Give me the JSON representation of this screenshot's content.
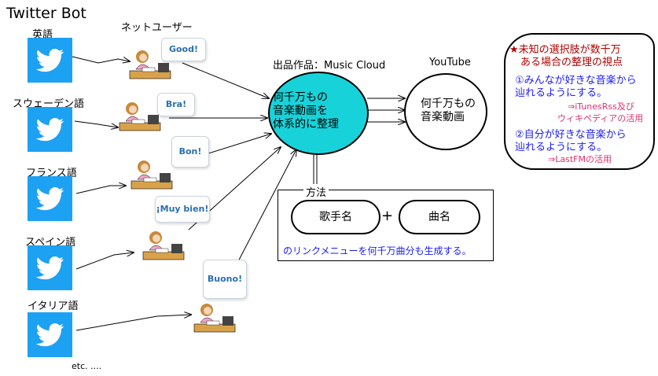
{
  "title": "Twitter Bot",
  "net_users_label": "ネットユーザー",
  "languages": [
    "英語",
    "スウェーデン語",
    "フランス語",
    "スペイン語",
    "イタリア語"
  ],
  "bubbles": [
    "Good!",
    "Bra!",
    "Bon!",
    "¡Muy bien!",
    "Buono!"
  ],
  "etc": "etc. ....",
  "hub": {
    "label": "出品作品：Music Cloud",
    "lines": [
      "何千万もの",
      "音楽動画を",
      "体系的に整理"
    ],
    "fill": "#17d3d9"
  },
  "youtube": {
    "label": "YouTube",
    "lines": [
      "何千万もの",
      "音楽動画"
    ]
  },
  "method": {
    "title": "方法",
    "artist": "歌手名",
    "plus": "+",
    "song": "曲名",
    "note": "のリンクメニューを何千万曲分も生成する。"
  },
  "side": {
    "star": "★",
    "heading1": "未知の選択肢が数千万",
    "heading2": "ある場合の整理の視点",
    "p1a": "①みんなが好きな音楽から",
    "p1b": "辿れるようにする。",
    "p1c": "⇒iTunesRss及び",
    "p1d": "ウィキペディアの活用",
    "p2a": "②自分が好きな音楽から",
    "p2b": "辿れるようにする。",
    "p2c": "⇒LastFMの活用"
  },
  "colors": {
    "twitter": "#1da1f2",
    "hub": "#17d3d9",
    "red": "#b00000",
    "blue": "#1a1aff",
    "pink": "#e0306a"
  },
  "icons": [
    "twitter-bird-icon",
    "person-at-desk-icon"
  ]
}
